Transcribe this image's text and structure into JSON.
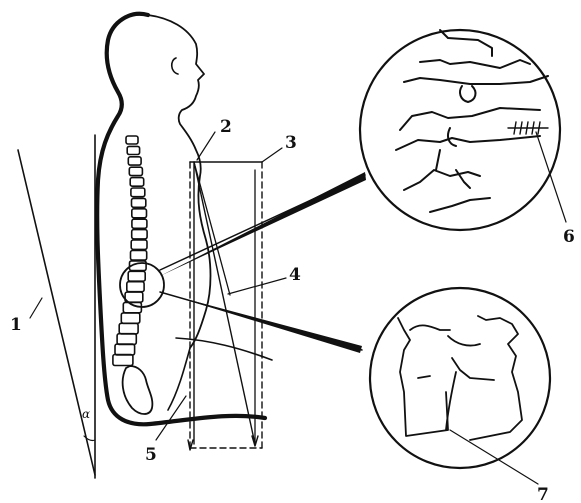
{
  "figure": {
    "colors": {
      "ink": "#111111",
      "background": "#ffffff"
    },
    "labels": [
      {
        "id": "1",
        "text": "1"
      },
      {
        "id": "2",
        "text": "2"
      },
      {
        "id": "3",
        "text": "3"
      },
      {
        "id": "4",
        "text": "4"
      },
      {
        "id": "5",
        "text": "5"
      },
      {
        "id": "6",
        "text": "6"
      },
      {
        "id": "7",
        "text": "7"
      }
    ],
    "angle_symbol": "α"
  }
}
